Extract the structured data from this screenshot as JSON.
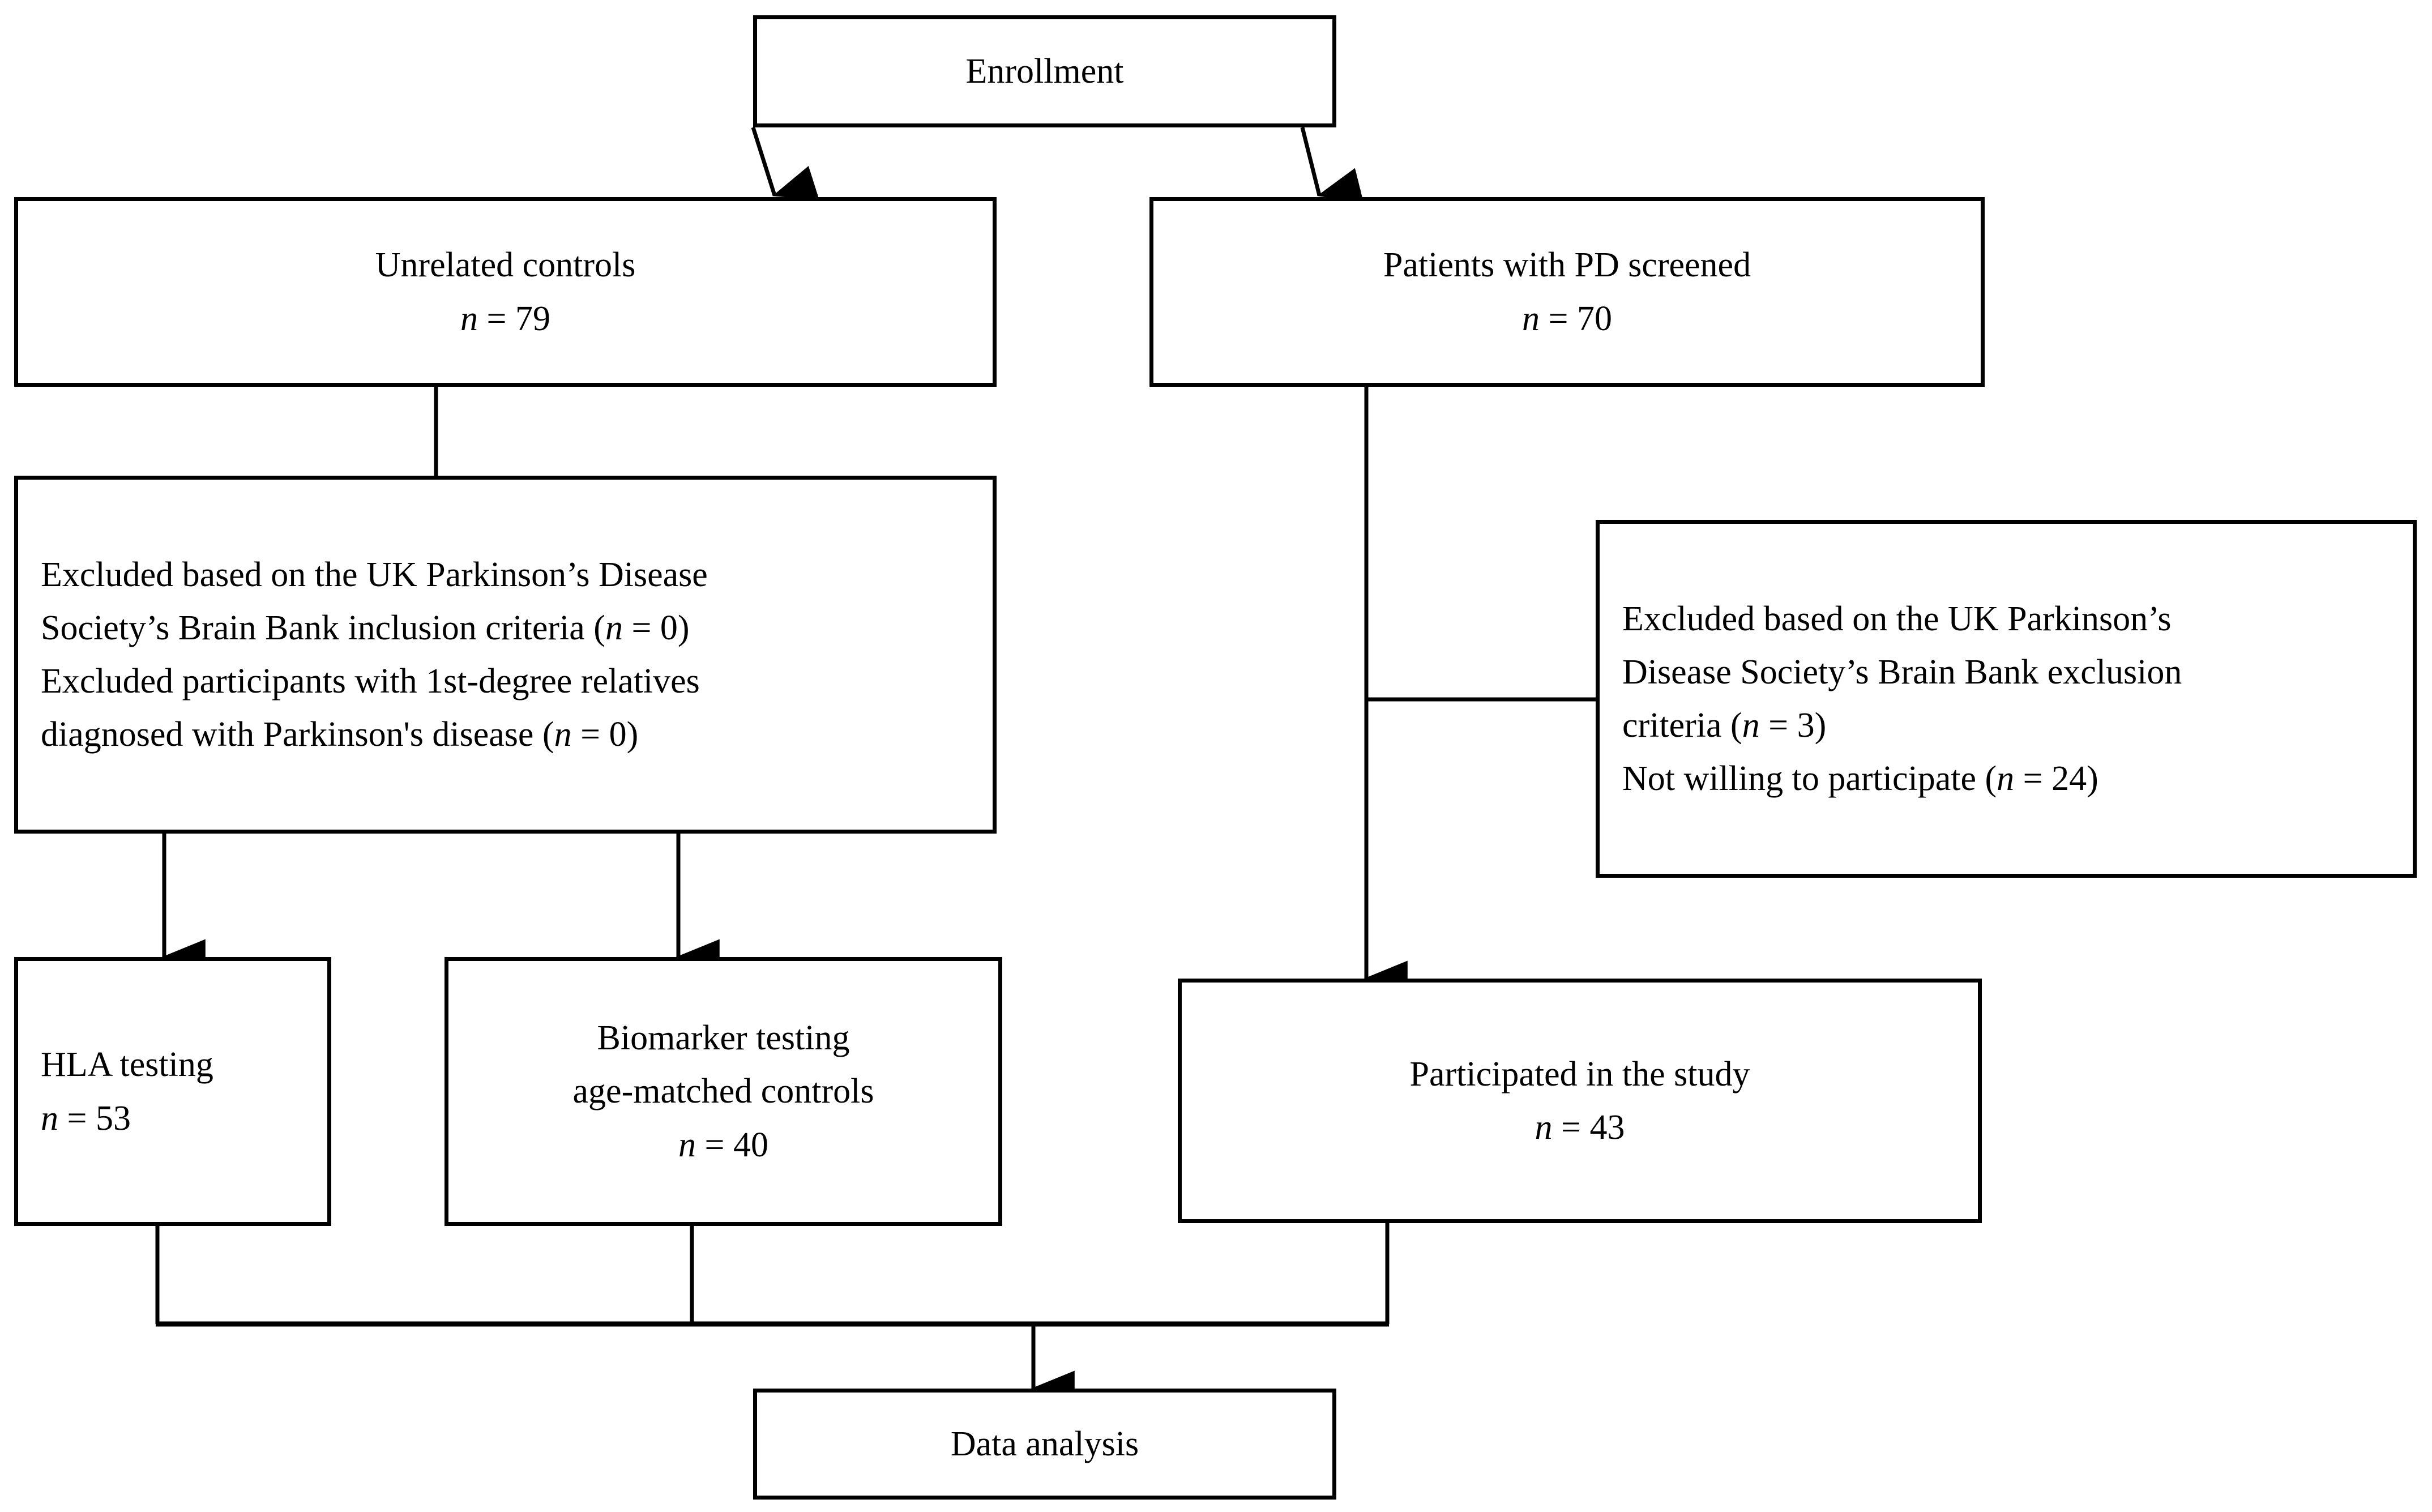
{
  "diagram": {
    "type": "study-flow-diagram",
    "title": "Participant enrollment flow",
    "stroke_color": "#000000",
    "background_color": "#ffffff",
    "nodes": [
      {
        "id": "enrollment",
        "name": "enrollment-box",
        "lines": [
          "Enrollment"
        ]
      },
      {
        "id": "unrelated-controls",
        "name": "unrelated-controls-box",
        "lines": [
          "Unrelated controls",
          "n = 79"
        ],
        "label": "Unrelated controls",
        "count_label": "n = 79",
        "count": 79
      },
      {
        "id": "pd-screened",
        "name": "pd-screened-box",
        "lines": [
          "Patients with PD screened",
          "n = 70"
        ],
        "label": "Patients with PD screened",
        "count_label": "n = 70",
        "count": 70
      },
      {
        "id": "control-exclusions",
        "name": "control-exclusions-box",
        "lines": [
          "Excluded based on the UK Parkinson’s Disease",
          "Society’s Brain Bank inclusion criteria (n = 0)",
          "Excluded participants with 1st-degree relatives",
          "diagnosed with Parkinson's disease (n = 0)"
        ]
      },
      {
        "id": "pd-exclusions",
        "name": "pd-exclusions-box",
        "lines": [
          "Excluded based on the UK Parkinson’s",
          "Disease Society’s Brain Bank exclusion",
          "criteria (n = 3)",
          "Not willing to participate (n = 24)"
        ]
      },
      {
        "id": "hla-testing",
        "name": "hla-testing-box",
        "lines": [
          "HLA testing",
          "n = 53"
        ],
        "label": "HLA testing",
        "count_label": "n = 53",
        "count": 53
      },
      {
        "id": "biomarker-testing",
        "name": "biomarker-testing-box",
        "lines": [
          "Biomarker testing",
          "age-matched controls",
          "n = 40"
        ],
        "label": "Biomarker testing",
        "sublabel": "age-matched controls",
        "count_label": "n = 40",
        "count": 40
      },
      {
        "id": "participated",
        "name": "participated-box",
        "lines": [
          "Participated in the study",
          "n = 43"
        ],
        "label": "Participated in the study",
        "count_label": "n = 43",
        "count": 43
      },
      {
        "id": "data-analysis",
        "name": "data-analysis-box",
        "lines": [
          "Data analysis"
        ]
      }
    ],
    "text": {
      "enrollment": "Enrollment",
      "unrelated_controls": "Unrelated controls",
      "unrelated_controls_n": "n = 79",
      "pd_screened": "Patients with PD screened",
      "pd_screened_n": "n = 70",
      "ctrl_excl_l1a": "Excluded based on the UK Parkinson’s Disease",
      "ctrl_excl_l2a": "Society’s Brain Bank inclusion criteria (",
      "ctrl_excl_l2n": "n",
      "ctrl_excl_l2b": " = 0)",
      "ctrl_excl_l3a": "Excluded participants with 1st-degree relatives",
      "ctrl_excl_l4a": "diagnosed with Parkinson's disease (",
      "ctrl_excl_l4n": "n",
      "ctrl_excl_l4b": " = 0)",
      "pd_excl_l1a": "Excluded based on the UK Parkinson’s",
      "pd_excl_l2a": "Disease Society’s Brain Bank exclusion",
      "pd_excl_l3a": "criteria (",
      "pd_excl_l3n": "n",
      "pd_excl_l3b": " = 3)",
      "pd_excl_l4a": "Not willing to participate (",
      "pd_excl_l4n": "n",
      "pd_excl_l4b": " = 24)",
      "hla_testing": "HLA testing",
      "hla_testing_n": "n = 53",
      "biomarker_testing": "Biomarker testing",
      "biomarker_sub": "age-matched controls",
      "biomarker_n": "n = 40",
      "participated": "Participated in the study",
      "participated_n": "n = 43",
      "data_analysis": "Data analysis",
      "n_italic": "n",
      "eq_79": " = 79",
      "eq_70": " = 70",
      "eq_53": " = 53",
      "eq_40": " = 40",
      "eq_43": " = 43"
    },
    "edges": [
      {
        "from": "enrollment",
        "to": "unrelated-controls",
        "style": "diagonal-arrow"
      },
      {
        "from": "enrollment",
        "to": "pd-screened",
        "style": "diagonal-arrow"
      },
      {
        "from": "unrelated-controls",
        "to": "control-exclusions",
        "style": "straight-line"
      },
      {
        "from": "pd-screened",
        "to": "pd-exclusions",
        "style": "elbow-line"
      },
      {
        "from": "pd-screened",
        "to": "participated",
        "style": "straight-arrow"
      },
      {
        "from": "control-exclusions",
        "to": "hla-testing",
        "style": "straight-arrow"
      },
      {
        "from": "control-exclusions",
        "to": "biomarker-testing",
        "style": "straight-arrow"
      },
      {
        "from": "hla-testing",
        "to": "data-analysis",
        "style": "merge-line"
      },
      {
        "from": "biomarker-testing",
        "to": "data-analysis",
        "style": "merge-line"
      },
      {
        "from": "participated",
        "to": "data-analysis",
        "style": "merge-arrow"
      }
    ]
  }
}
